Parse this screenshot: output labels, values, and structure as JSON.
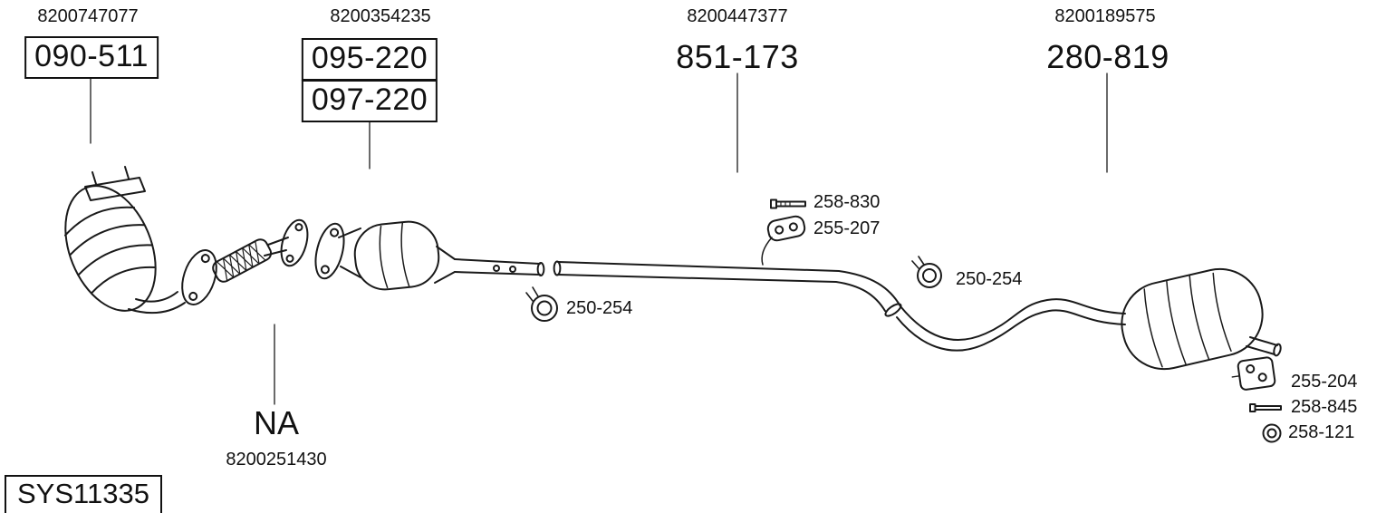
{
  "diagram": {
    "system_code": "SYS11335",
    "ink_color": "#1a1a1a",
    "background_color": "#ffffff",
    "top_groups": [
      {
        "oem": "8200747077",
        "parts": [
          "090-511"
        ]
      },
      {
        "oem": "8200354235",
        "parts": [
          "095-220",
          "097-220"
        ]
      },
      {
        "oem": "8200447377",
        "parts": [
          "851-173"
        ]
      },
      {
        "oem": "8200189575",
        "parts": [
          "280-819"
        ]
      }
    ],
    "not_available": {
      "label": "NA",
      "oem": "8200251430"
    },
    "annotations": [
      {
        "part": "258-830",
        "icon": "bolt-icon"
      },
      {
        "part": "255-207",
        "icon": "hanger-icon"
      },
      {
        "part": "250-254",
        "icon": "clamp-icon"
      },
      {
        "part": "250-254",
        "icon": "clamp-icon"
      },
      {
        "part": "255-204",
        "icon": "hanger-icon"
      },
      {
        "part": "258-845",
        "icon": "bolt-icon"
      },
      {
        "part": "258-121",
        "icon": "gasket-ring-icon"
      }
    ]
  }
}
